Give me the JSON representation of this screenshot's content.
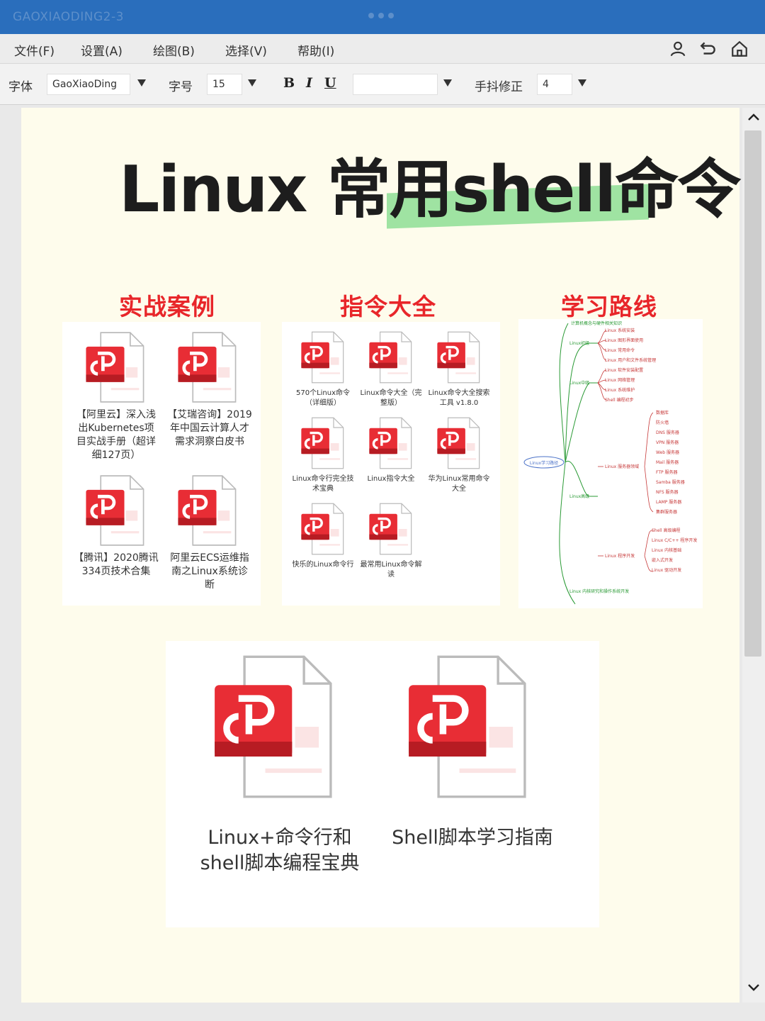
{
  "window": {
    "title": "GAOXIAODING2-3"
  },
  "menu": [
    "文件(F)",
    "设置(A)",
    "绘图(B)",
    "选择(V)",
    "帮助(I)"
  ],
  "toolbar": {
    "font_label": "字体",
    "font_value": "GaoXiaoDing",
    "size_label": "字号",
    "size_value": "15",
    "bold": "B",
    "italic": "I",
    "underline": "U",
    "style_value": "",
    "correction_label": "手抖修正",
    "correction_value": "4"
  },
  "document": {
    "headline": "Linux 常用shell命令",
    "sections": [
      {
        "title": "实战案例",
        "files": [
          "【阿里云】深入浅出Kubernetes项目实战手册（超详细127页）",
          "【艾瑞咨询】2019年中国云计算人才需求洞察白皮书",
          "【腾讯】2020腾讯334页技术合集",
          "阿里云ECS运维指南之Linux系统诊断"
        ]
      },
      {
        "title": "指令大全",
        "files": [
          "570个Linux命令（详细版）",
          "Linux命令大全（完整版）",
          "Linux命令大全搜索工具 v1.8.0",
          "Linux命令行完全技术宝典",
          "Linux指令大全",
          "华为Linux常用命令大全",
          "快乐的Linux命令行",
          "最常用Linux命令解读"
        ]
      },
      {
        "title": "学习路线",
        "mindmap": {
          "root": "Linux学习路径",
          "top": "计算机概念与硬件相关知识",
          "branches": [
            "Linux初级",
            "Linux中级",
            "Linux高级",
            "Linux 内核研究和操作系统开发"
          ],
          "junior": [
            "Linux 系统安装",
            "Linux 图形界面使用",
            "Linux 常用命令",
            "Linux 用户和文件系统管理",
            "Linux 软件安装配置",
            "Linux 网络管理",
            "Linux 系统维护",
            "Shell 编程初步"
          ],
          "servers_label": "Linux 服务器领域",
          "servers": [
            "数据库",
            "防火墙",
            "DNS 服务器",
            "VPN 服务器",
            "Web 服务器",
            "Mail 服务器",
            "FTP 服务器",
            "Samba 服务器",
            "NFS 服务器",
            "LAMP 服务器",
            "集群服务器"
          ],
          "dev_label": "Linux 程序开发",
          "dev": [
            "Shell 高级编程",
            "Linux C/C++ 程序开发",
            "Linux 内核基础",
            "嵌入式开发",
            "Linux 驱动开发"
          ]
        }
      }
    ],
    "bottom_files": [
      "Linux+命令行和shell脚本编程宝典",
      "Shell脚本学习指南"
    ]
  }
}
